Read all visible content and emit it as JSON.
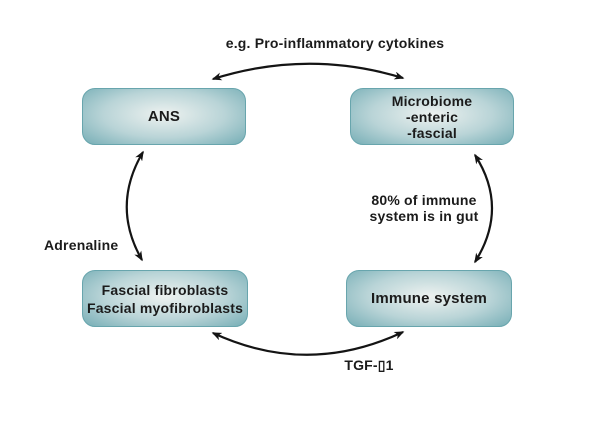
{
  "diagram": {
    "colors": {
      "background": "#ffffff",
      "node-center": "#eef2f0",
      "node-mid": "#b9d4d7",
      "node-edge": "#76aeb6",
      "node-border": "#68a5ad",
      "text-color": "#1b1b1b",
      "arrow-color": "#141414"
    }
  },
  "nodes": {
    "ans": {
      "label": "ANS"
    },
    "microbiome": {
      "line1": "Microbiome",
      "line2": "-enteric",
      "line3": "-fascial"
    },
    "fascial": {
      "line1": "Fascial fibroblasts",
      "line2": "Fascial myofibroblasts"
    },
    "immune": {
      "label": "Immune system"
    }
  },
  "edge_labels": {
    "top": "e.g. Pro-inflammatory cytokines",
    "left": "Adrenaline",
    "right_line1": "80% of immune",
    "right_line2": "system is in gut",
    "bottom": "TGF-▯1"
  }
}
